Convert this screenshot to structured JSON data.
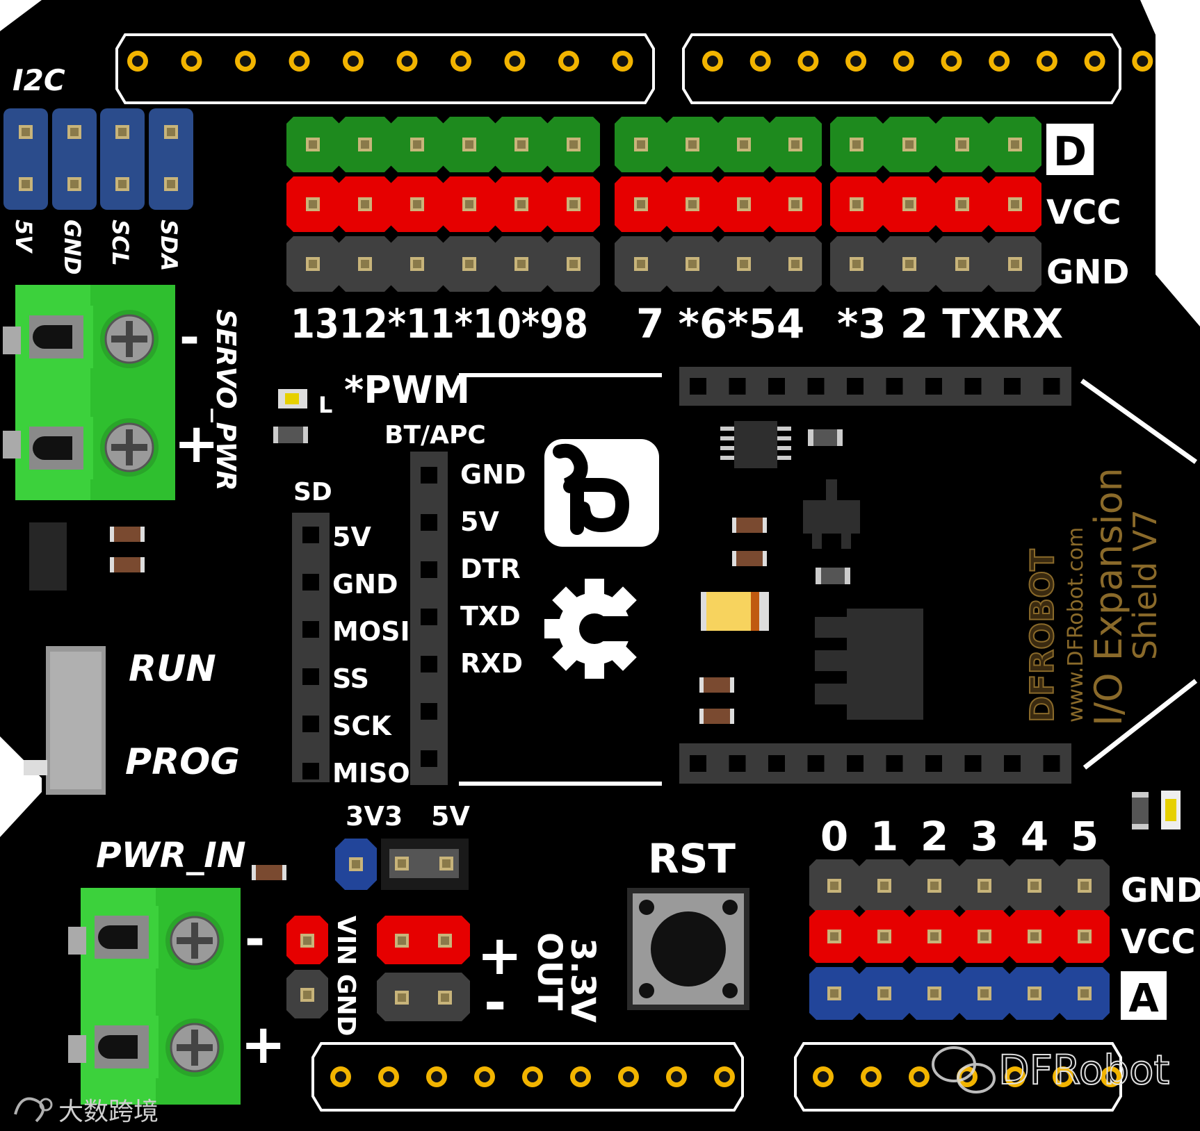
{
  "colors": {
    "board": "#000000",
    "digital_signal": "#1e8a1e",
    "vcc": "#e60000",
    "gnd": "#404040",
    "analog": "#22459a",
    "i2c": "#2b4c8c",
    "header_gold": "#f2b400",
    "terminal_green": "#3cd13c"
  },
  "labels": {
    "i2c_title": "I2C",
    "i2c_pins": [
      "5V",
      "GND",
      "SCL",
      "SDA"
    ],
    "digital_letter": "D",
    "digital_vcc": "VCC",
    "digital_gnd": "GND",
    "digital_numbers_a": "1312*11*10*98",
    "digital_numbers_b": "7 *6*54",
    "digital_numbers_c": "*3 2 TXRX",
    "pwm_note": "*PWM",
    "led_l": "L",
    "servo_minus": "-",
    "servo_plus": "+",
    "servo_pwr": "SERVO_PWR",
    "bt_apc_title": "BT/APC",
    "bt_apc_pins": [
      "GND",
      "5V",
      "DTR",
      "TXD",
      "RXD"
    ],
    "sd_title": "SD",
    "sd_pins": [
      "5V",
      "GND",
      "MOSI",
      "SS",
      "SCK",
      "MISO"
    ],
    "run": "RUN",
    "prog": "PROG",
    "pwr_in": "PWR_IN",
    "pwr_minus": "-",
    "pwr_plus": "+",
    "jumper_3v3": "3V3",
    "jumper_5v": "5V",
    "vin": "VIN",
    "gnd_vert": "GND",
    "out_plus": "+",
    "out_minus": "-",
    "out_33v": "3.3V",
    "out_word": "OUT",
    "rst": "RST",
    "analog_numbers": [
      "0",
      "1",
      "2",
      "3",
      "4",
      "5"
    ],
    "analog_gnd": "GND",
    "analog_vcc": "VCC",
    "analog_letter": "A",
    "brand": "DFROBOT",
    "brand_url": "www.DFRobot.com",
    "product_line1": "I/O Expansion",
    "product_line2": "Shield V7",
    "watermark_right": "DFRobot",
    "watermark_left": "大数跨境"
  }
}
